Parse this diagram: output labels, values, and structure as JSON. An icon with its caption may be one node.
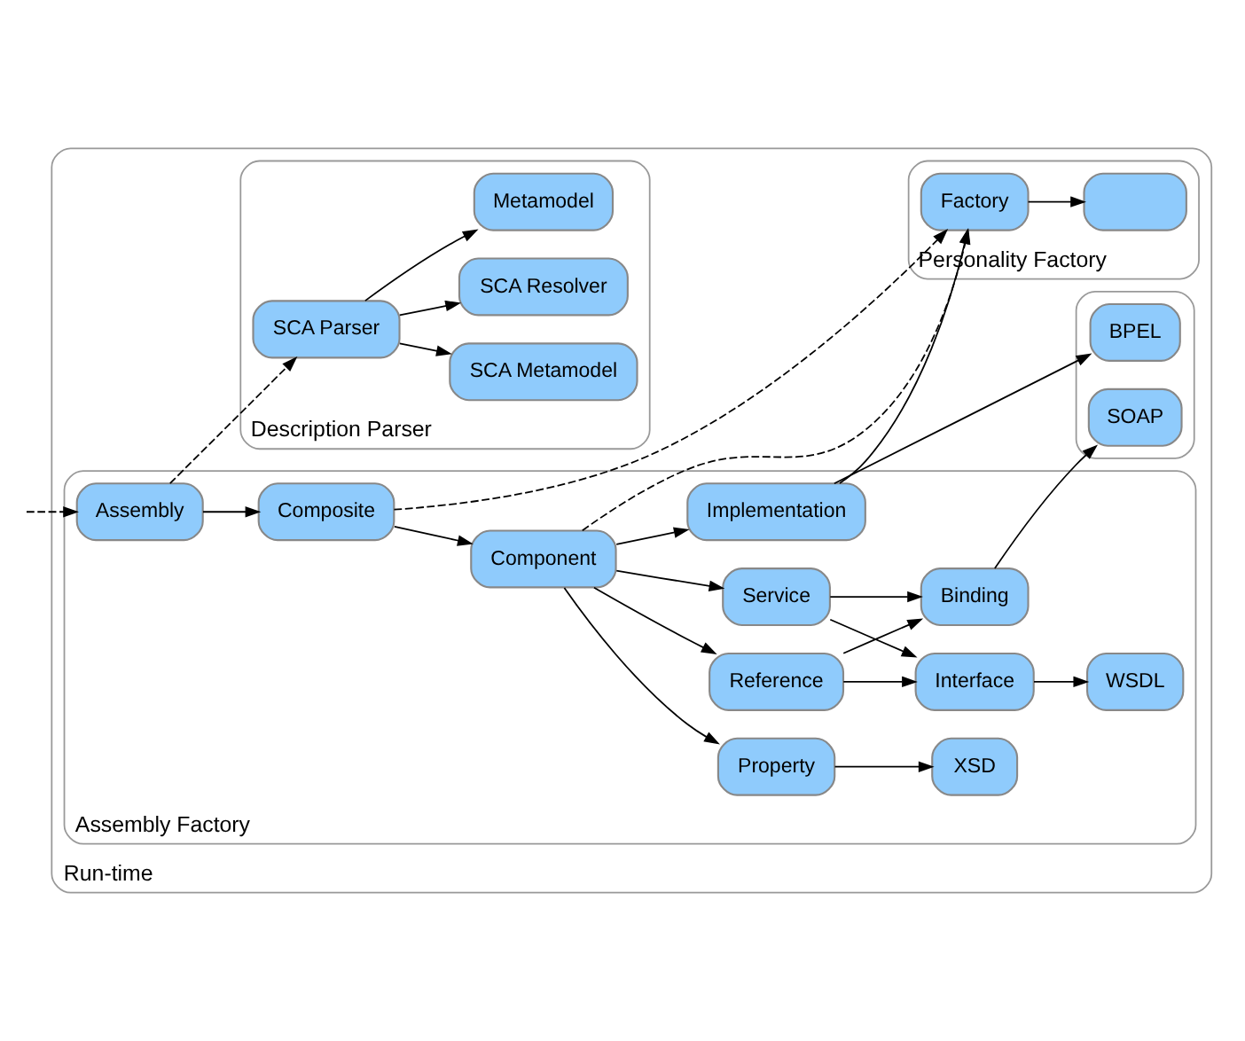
{
  "diagram": {
    "nodes": [
      {
        "text": [
          "Run-time"
        ]
      },
      {
        "text": [
          "Assembly Factory"
        ],
        "in": 0
      },
      {
        "text": [
          "Assembly"
        ],
        "in": 1
      },
      {
        "text": [
          "Composite"
        ],
        "in": 1
      },
      {
        "text": [
          "Component"
        ],
        "in": 1
      },
      {
        "text": [
          "Property"
        ],
        "in": 1
      },
      {
        "text": [
          "XSD"
        ],
        "in": 1
      },
      {
        "text": [
          "Implementation"
        ],
        "in": 1
      },
      {
        "text": [
          "Service"
        ],
        "in": 1
      },
      {
        "text": [
          "Reference"
        ],
        "in": 1
      },
      {
        "text": [
          "Binding"
        ],
        "in": 1
      },
      {
        "text": [
          "Interface"
        ],
        "in": 1
      },
      {
        "text": [
          "WSDL"
        ],
        "in": 1
      },
      {
        "text": [
          "Description Parser"
        ],
        "in": 0
      },
      {
        "text": [
          "SCA Parser"
        ],
        "in": 13
      },
      {
        "text": [
          "Metamodel"
        ],
        "in": 13
      },
      {
        "text": [
          "SCA Metamodel"
        ],
        "in": 13
      },
      {
        "text": [
          "SCA Resolver"
        ],
        "in": 13
      },
      {
        "text": [
          "Personality Factory"
        ],
        "in": 0
      },
      {
        "text": [
          "Factory"
        ],
        "in": 18
      },
      {
        "text": [],
        "shape": "box",
        "in": 18
      },
      {
        "text": [],
        "shape": "box",
        "in": 0
      },
      {
        "text": [
          "BPEL"
        ],
        "in": 21
      },
      {
        "text": [
          "SOAP"
        ],
        "in": 21
      }
    ],
    "edges": [
      {
        "from": null,
        "to": 2,
        "arrow": "to",
        "style": "dashed"
      },
      {
        "from": 2,
        "to": 14,
        "arrow": "to",
        "style": "dashed"
      },
      {
        "from": 2,
        "to": 3,
        "arrow": "to"
      },
      {
        "from": 3,
        "to": 4,
        "arrow": "to"
      },
      {
        "from": 3,
        "to": 19,
        "arrow": "to",
        "style": "dashed"
      },
      {
        "from": 4,
        "to": 5,
        "arrow": "to"
      },
      {
        "from": 5,
        "to": 6,
        "arrow": "to"
      },
      {
        "from": 4,
        "to": 19,
        "arrow": "to",
        "style": "dashed"
      },
      {
        "from": 4,
        "to": 7,
        "arrow": "to"
      },
      {
        "from": 7,
        "to": 19,
        "arrow": "to"
      },
      {
        "from": 7,
        "to": 22,
        "arrow": "to"
      },
      {
        "from": 4,
        "to": 8,
        "arrow": "to"
      },
      {
        "from": 4,
        "to": 9,
        "arrow": "to"
      },
      {
        "from": 8,
        "to": 10,
        "arrow": "to"
      },
      {
        "from": 8,
        "to": 11,
        "arrow": "to"
      },
      {
        "from": 9,
        "to": 10,
        "arrow": "to"
      },
      {
        "from": 9,
        "to": 11,
        "arrow": "to"
      },
      {
        "from": 10,
        "to": 23,
        "arrow": "to"
      },
      {
        "from": 11,
        "to": 12,
        "arrow": "to"
      },
      {
        "from": 14,
        "to": 15,
        "arrow": "to"
      },
      {
        "from": 14,
        "to": 16,
        "arrow": "to"
      },
      {
        "from": 14,
        "to": 17,
        "arrow": "to"
      },
      {
        "from": 19,
        "to": 20,
        "arrow": "to"
      }
    ]
  }
}
